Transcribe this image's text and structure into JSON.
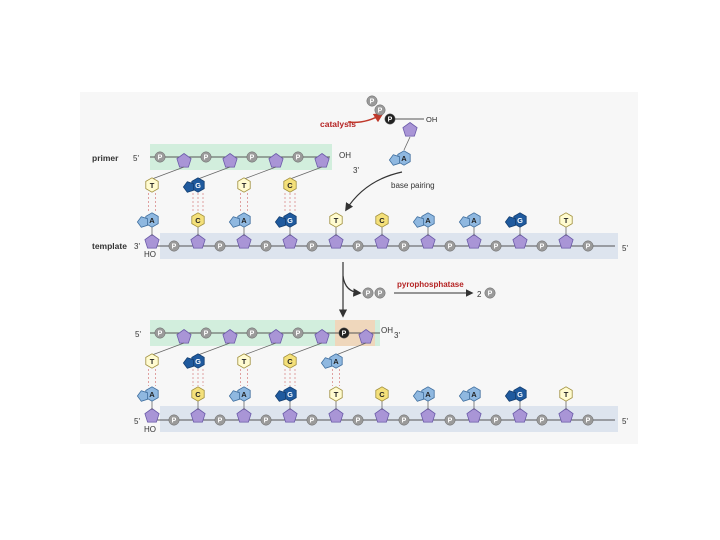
{
  "labels": {
    "primer": "primer",
    "template": "template",
    "five_prime": "5'",
    "three_prime": "3'",
    "prime_mark": "3'",
    "oh": "OH",
    "ho": "HO",
    "catalysis": "catalysis",
    "base_pairing": "base pairing",
    "pyrophosphatase": "pyrophosphatase",
    "two": "2",
    "phosphate": "P"
  },
  "bases": {
    "primer": [
      "T",
      "G",
      "T",
      "C"
    ],
    "template": [
      "A",
      "C",
      "A",
      "G",
      "T",
      "C",
      "A",
      "A",
      "G",
      "T"
    ],
    "incoming": "A"
  },
  "colors": {
    "A": "#8fb8e0",
    "T": "#fffbd0",
    "G": "#1f5a9e",
    "C": "#f4e07a",
    "sugar": "#a995d6",
    "phosphate": "#9a9a9a",
    "phosphate_new": "#222222",
    "primer_band": "#d2eedd",
    "template_band": "#dde4ee",
    "highlight": "#f5d2b6",
    "arrow_red": "#c0392b",
    "label_red": "#b52424"
  }
}
